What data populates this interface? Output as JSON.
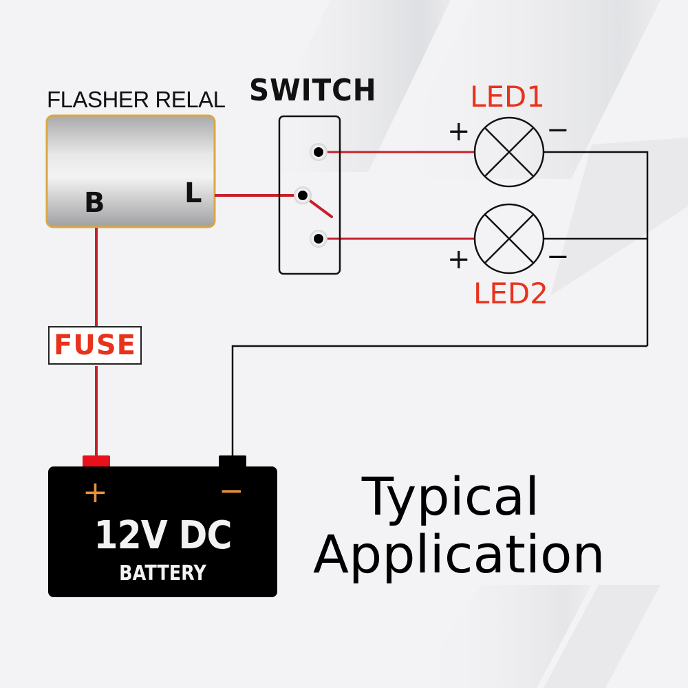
{
  "diagram": {
    "title": "Typical Application",
    "title_lines": [
      "Typical",
      "Application"
    ],
    "colors": {
      "positive_wire": "#c8202a",
      "ground_wire": "#111111",
      "label_red": "#e8321c",
      "relay_border": "#d9a845",
      "battery_body": "#000000",
      "battery_sign": "#e8913a",
      "battery_pos_terminal": "#e8101a"
    },
    "relay": {
      "label": "FLASHER RELAL",
      "terminals": {
        "b": "B",
        "l": "L"
      }
    },
    "switch": {
      "label": "SWITCH",
      "positions": [
        "LED1",
        "LED2"
      ]
    },
    "leds": [
      {
        "label": "LED1",
        "plus": "+",
        "minus": "−"
      },
      {
        "label": "LED2",
        "plus": "+",
        "minus": "−"
      }
    ],
    "fuse": {
      "label": "FUSE"
    },
    "battery": {
      "voltage": "12V DC",
      "name": "BATTERY",
      "plus": "+",
      "minus": "−"
    },
    "connections": [
      {
        "from": "battery +",
        "to": "fuse",
        "type": "positive"
      },
      {
        "from": "fuse",
        "to": "relay B",
        "type": "positive"
      },
      {
        "from": "relay L",
        "to": "switch common",
        "type": "positive"
      },
      {
        "from": "switch position 1",
        "to": "LED1 +",
        "type": "positive"
      },
      {
        "from": "switch position 2",
        "to": "LED2 +",
        "type": "positive"
      },
      {
        "from": "LED1 −",
        "to": "battery −",
        "type": "ground"
      },
      {
        "from": "LED2 −",
        "to": "battery −",
        "type": "ground"
      }
    ]
  }
}
